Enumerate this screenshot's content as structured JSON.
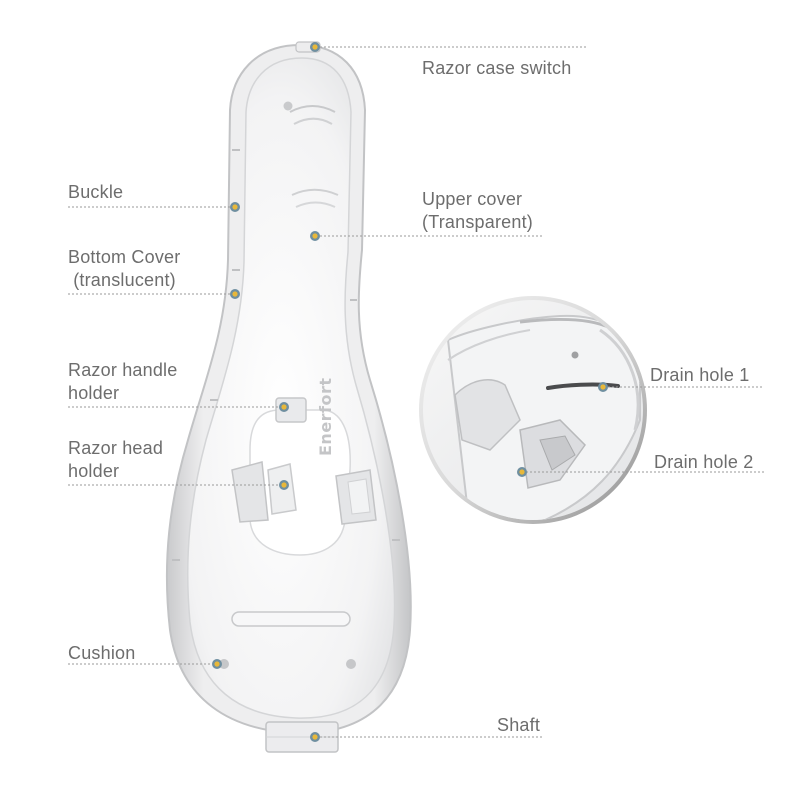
{
  "brand": "Enerfort",
  "labels": {
    "razor_case_switch": "Razor case switch",
    "buckle": "Buckle",
    "upper_cover": "Upper cover\n(Transparent)",
    "bottom_cover": "Bottom Cover\n (translucent)",
    "razor_handle_holder": "Razor handle\nholder",
    "razor_head_holder": "Razor head\nholder",
    "drain_hole_1": "Drain hole 1",
    "drain_hole_2": "Drain hole 2",
    "cushion": "Cushion",
    "shaft": "Shaft"
  },
  "colors": {
    "marker_outer": "#6f8fa0",
    "marker_inner": "#e8b83a",
    "leader": "#9a9a9a",
    "label_text": "#6d6d6d"
  }
}
